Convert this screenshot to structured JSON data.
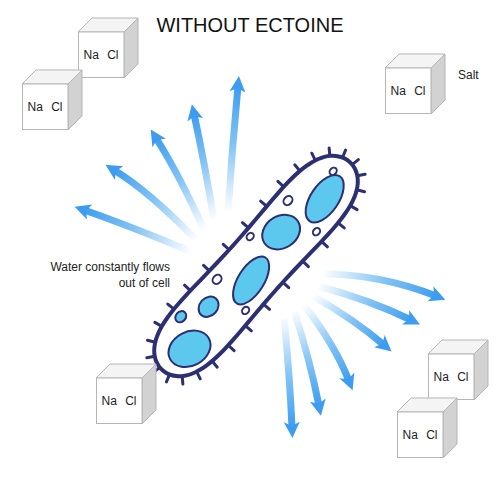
{
  "diagram": {
    "title": "WITHOUT ECTOINE",
    "nodes": [
      {
        "text": [
          "Na Cl"
        ]
      },
      {
        "text": [
          "Na Cl"
        ]
      },
      {
        "text": [
          "Na Cl"
        ]
      },
      {
        "text": [
          "Na Cl"
        ]
      },
      {
        "text": [
          "Na Cl"
        ]
      },
      {
        "text": [
          "Na Cl"
        ]
      }
    ],
    "labels": [
      "Salt",
      "Water constantly flows out of cell"
    ]
  }
}
